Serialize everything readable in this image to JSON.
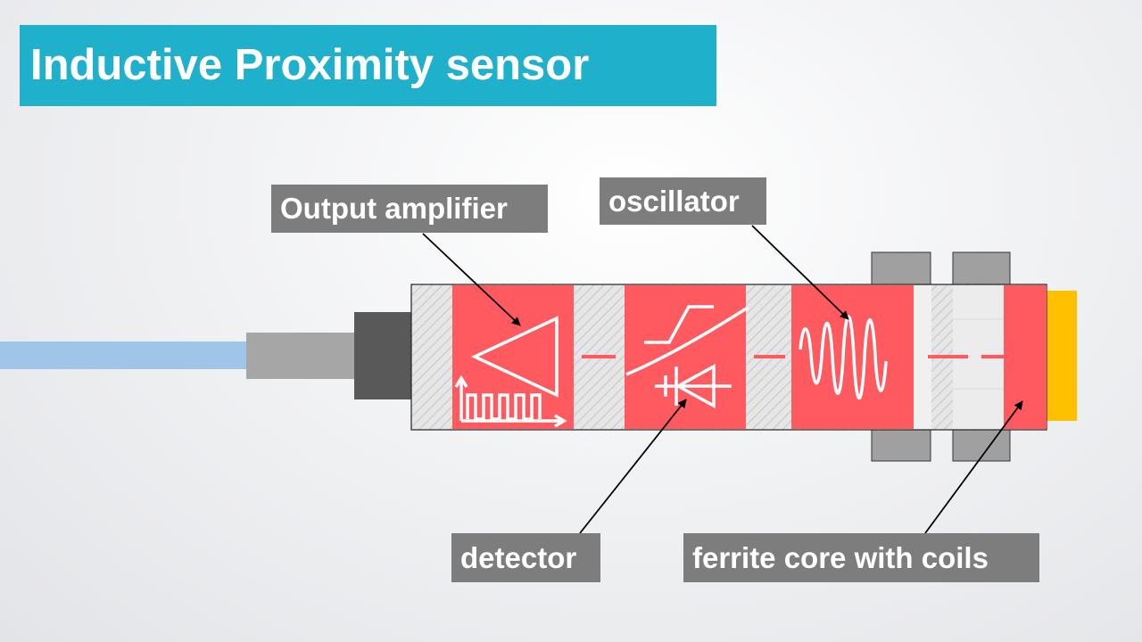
{
  "title": "Inductive Proximity sensor",
  "labels": {
    "output_amplifier": "Output amplifier",
    "oscillator": "oscillator",
    "detector": "detector",
    "ferrite_core": "ferrite core with coils"
  },
  "colors": {
    "title_bg": "#1fb0cc",
    "label_bg": "#7d7d7d",
    "block_red": "#ff5a5f",
    "cable_blue": "#9fc5e8",
    "face_yellow": "#ffc000",
    "nut_grey": "#a0a0a0"
  }
}
